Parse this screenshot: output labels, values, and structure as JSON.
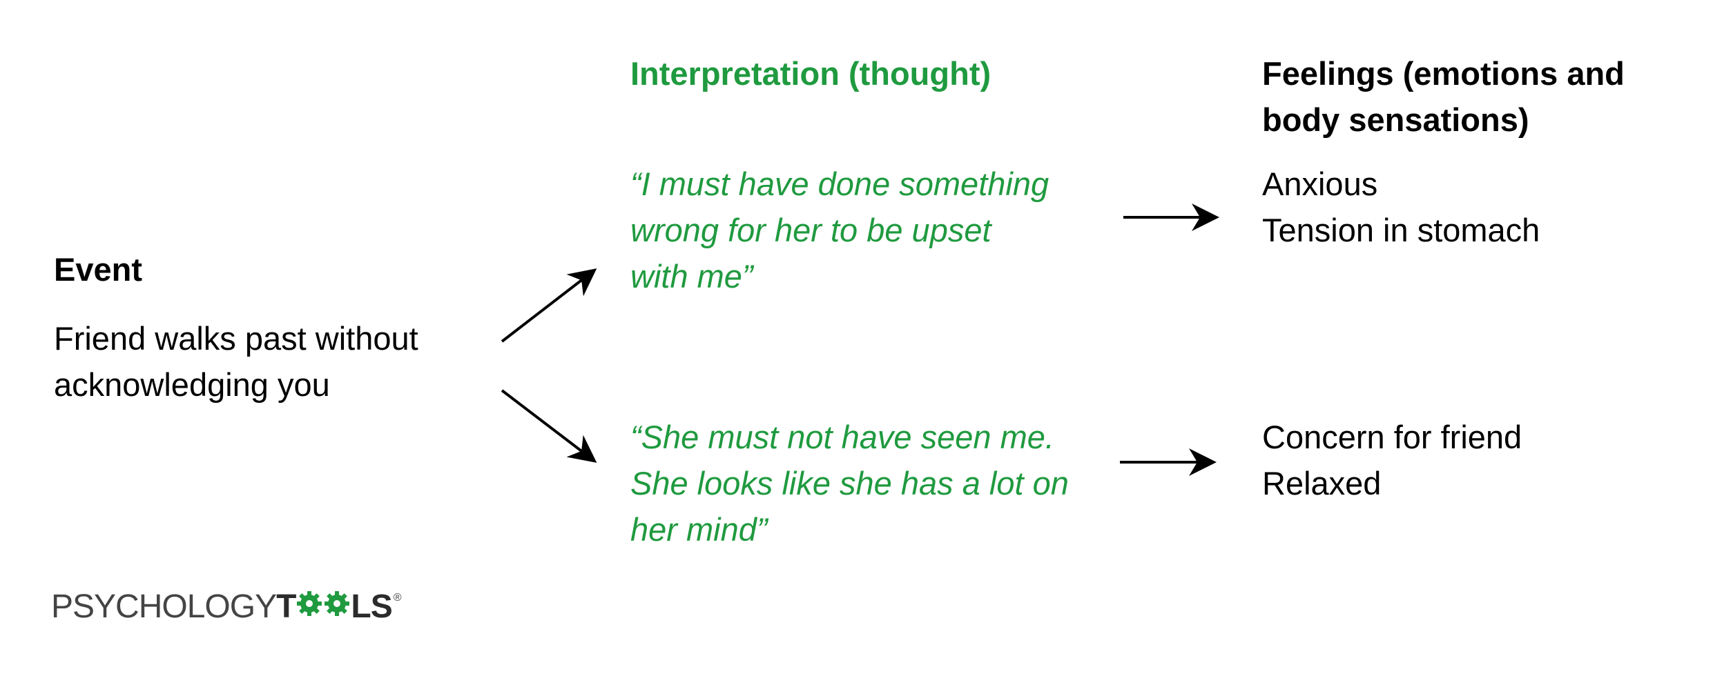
{
  "event": {
    "heading": "Event",
    "lines": [
      "Friend walks past without",
      "acknowledging you"
    ]
  },
  "interpretation": {
    "heading": "Interpretation (thought)",
    "thought_1": [
      "“I must have done something",
      "wrong for her to be upset",
      "with me”"
    ],
    "thought_2": [
      "“She must not have seen me.",
      "She looks like she has a lot on",
      "her mind”"
    ]
  },
  "feelings": {
    "heading_lines": [
      "Feelings (emotions and",
      "body sensations)"
    ],
    "feelings_1": [
      "Anxious",
      "Tension in stomach"
    ],
    "feelings_2": [
      "Concern for friend",
      "Relaxed"
    ]
  },
  "logo": {
    "part1": "PSYCHOLOGY",
    "t": "T",
    "ls": "LS",
    "reg": "®"
  },
  "colors": {
    "green": "#1f9a3f",
    "text": "#000000",
    "logo_gray": "#444444"
  }
}
